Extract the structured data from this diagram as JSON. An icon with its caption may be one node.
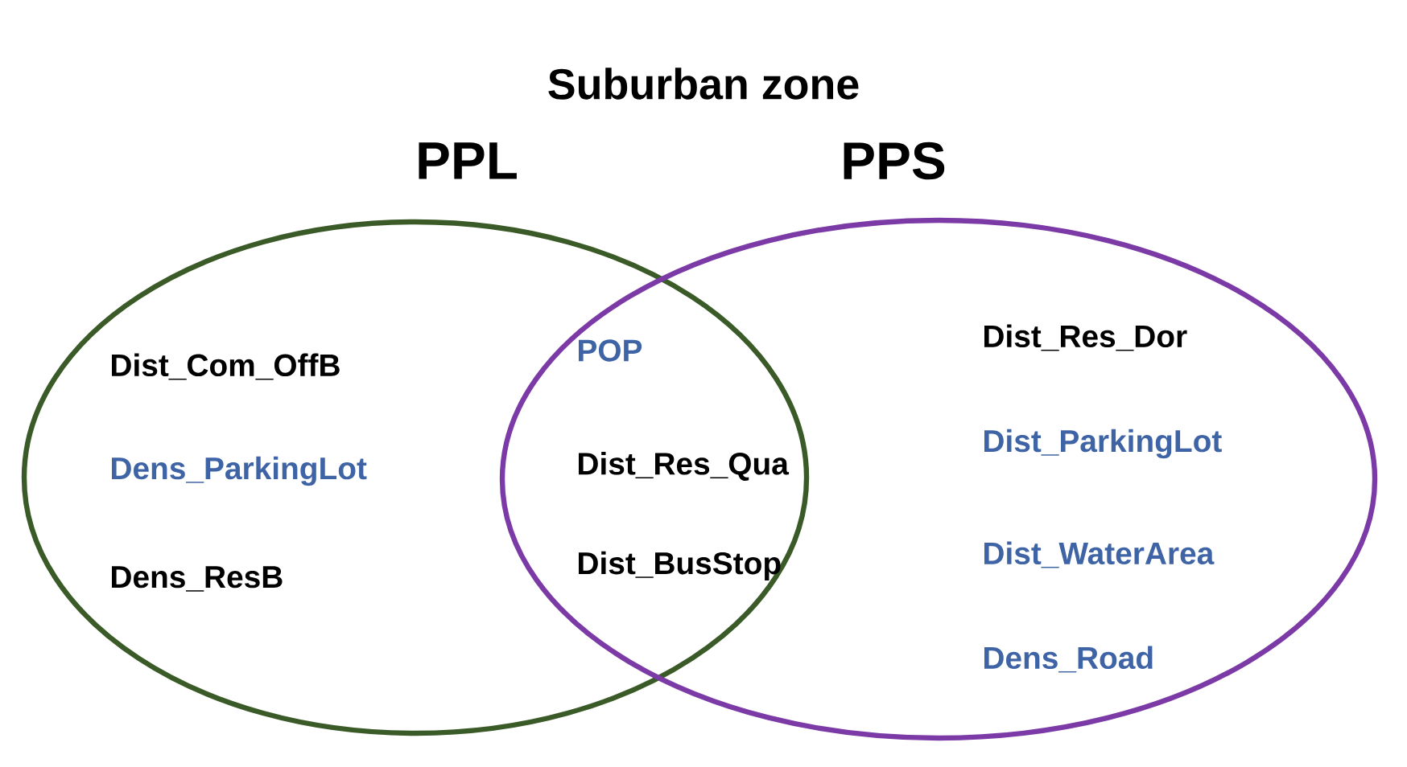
{
  "diagram": {
    "title": "Suburban zone",
    "nodes": [
      {
        "text": [
          "PPL"
        ]
      },
      {
        "text": [
          "PPS"
        ]
      }
    ],
    "labels": [
      "Dist_Com_OffB",
      "Dens_ParkingLot",
      "Dens_ResB",
      "POP",
      "Dist_Res_Qua",
      "Dist_BusStop",
      "Dist_Res_Dor",
      "Dist_ParkingLot",
      "Dist_WaterArea",
      "Dens_Road"
    ]
  }
}
